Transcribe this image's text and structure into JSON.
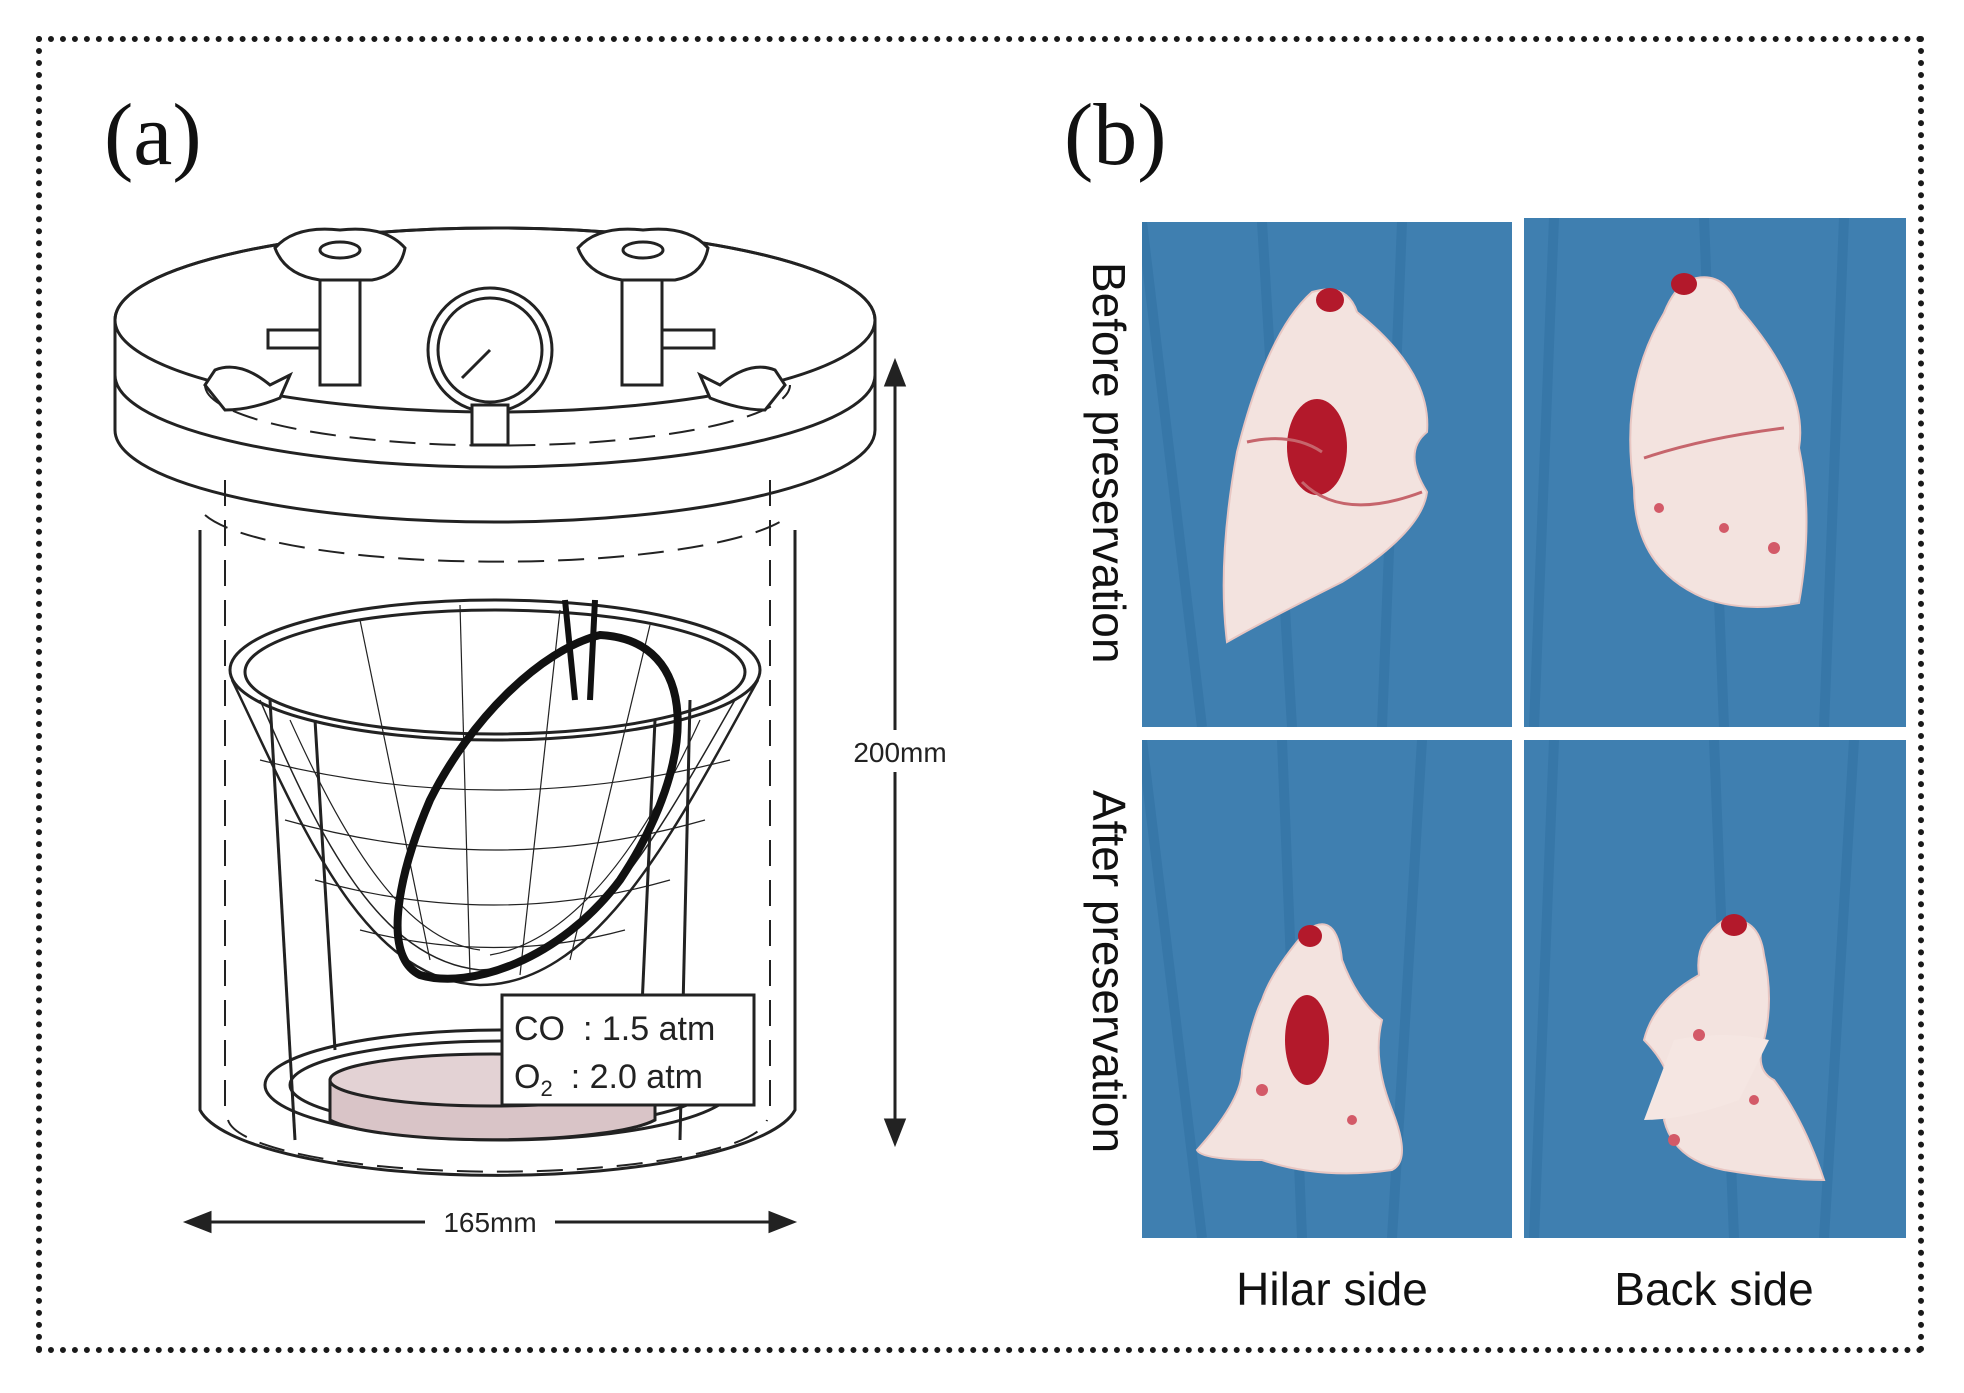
{
  "panels": {
    "a": {
      "label": "(a)",
      "dimensions": {
        "height": "200mm",
        "width": "165mm"
      },
      "gases": [
        {
          "name": "CO",
          "subscript": "",
          "value": ": 1.5 atm"
        },
        {
          "name": "O",
          "subscript": "2",
          "value": ": 2.0 atm"
        }
      ]
    },
    "b": {
      "label": "(b)",
      "rows": [
        "Before preservation",
        "After preservation"
      ],
      "columns": [
        "Hilar side",
        "Back side"
      ]
    }
  },
  "colors": {
    "background_drape": "#3f7fb0",
    "tissue": "#f3e3df",
    "blood": "#b3192b",
    "liquid": "#d9c4c7"
  }
}
